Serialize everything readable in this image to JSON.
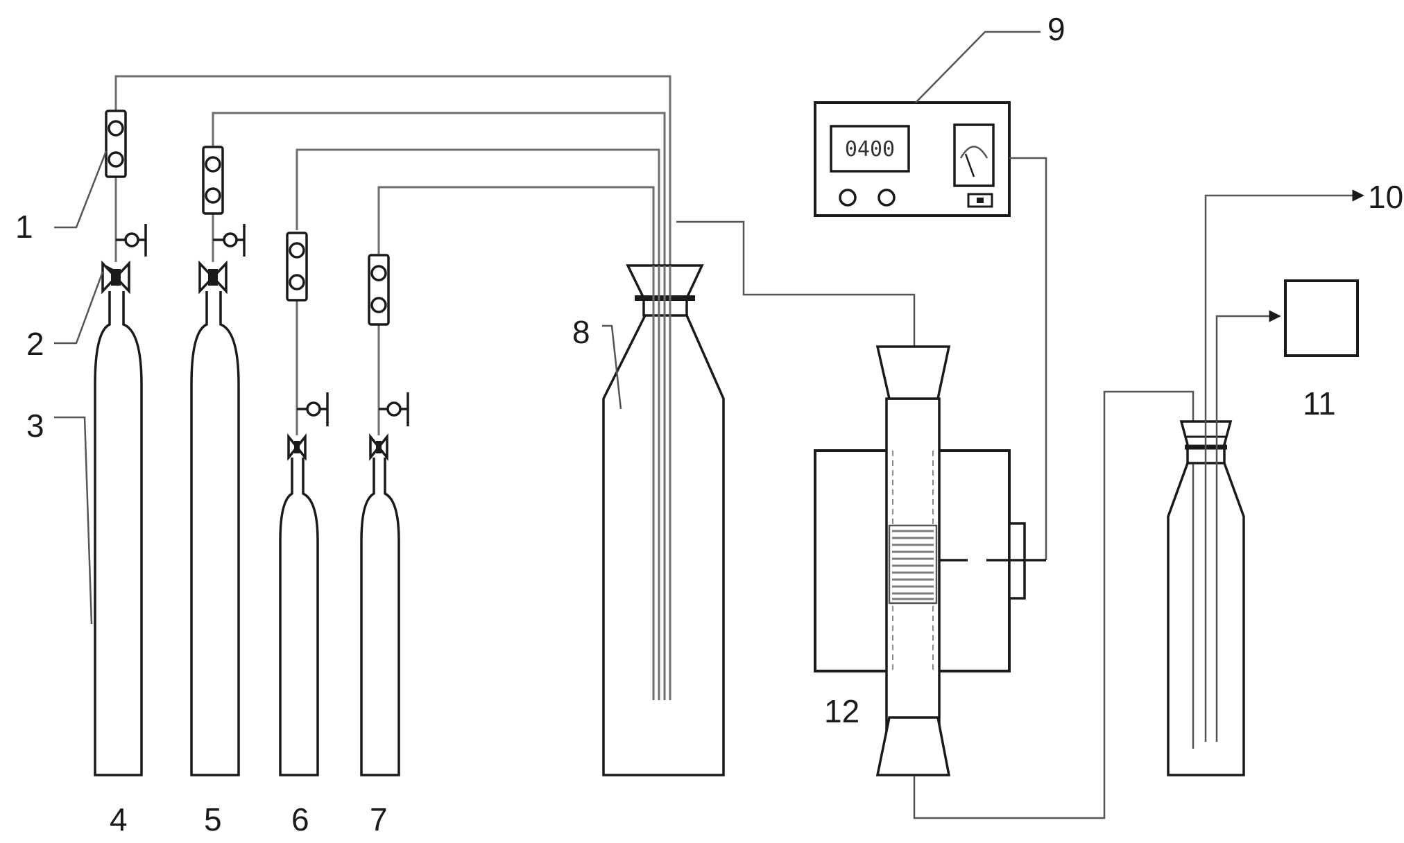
{
  "labels": {
    "n1": "1",
    "n2": "2",
    "n3": "3",
    "n4": "4",
    "n5": "5",
    "n6": "6",
    "n7": "7",
    "n8": "8",
    "n9": "9",
    "n10": "10",
    "n11": "11",
    "n12": "12"
  },
  "controller": {
    "display_value": "0400"
  },
  "colors": {
    "line": "#1a1a1a",
    "pipe": "#6e6e6e",
    "fill": "#ffffff"
  }
}
